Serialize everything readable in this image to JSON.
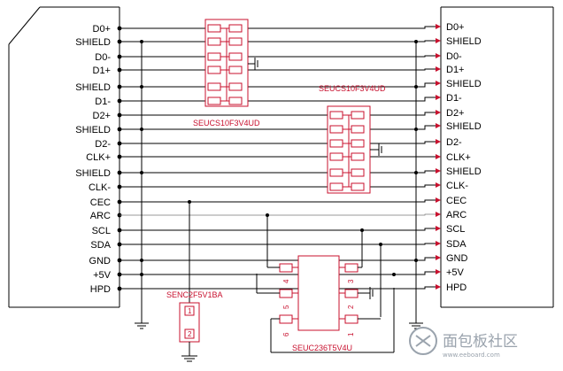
{
  "left_connector": {
    "pins": [
      "D0+",
      "SHIELD",
      "D0-",
      "D1+",
      "SHIELD",
      "D1-",
      "D2+",
      "SHIELD",
      "D2-",
      "CLK+",
      "SHIELD",
      "CLK-",
      "CEC",
      "ARC",
      "SCL",
      "SDA",
      "GND",
      "+5V",
      "HPD"
    ]
  },
  "right_connector": {
    "pins": [
      "D0+",
      "SHIELD",
      "D0-",
      "D1+",
      "SHIELD",
      "D1-",
      "D2+",
      "SHIELD",
      "D2-",
      "CLK+",
      "SHIELD",
      "CLK-",
      "CEC",
      "ARC",
      "SCL",
      "SDA",
      "GND",
      "+5V",
      "HPD"
    ]
  },
  "components": {
    "u1_label": "SEUCS10F3V4UD",
    "u2_label": "SEUCS10F3V4UD",
    "u3_label": "SENC2F5V1BA",
    "u4_label": "SEUC236T5V4U",
    "u3_pins": [
      "1",
      "2"
    ],
    "u4_pins_left": [
      "4",
      "5",
      "6"
    ],
    "u4_pins_right": [
      "3",
      "2",
      "1"
    ]
  },
  "colors": {
    "component": "#c8102e",
    "wire": "#000000",
    "watermark": "#9aa3ad"
  },
  "watermark": {
    "icon": "chip-logo-icon",
    "text": "面包板社区",
    "subtext": "www.eeboard.com"
  }
}
